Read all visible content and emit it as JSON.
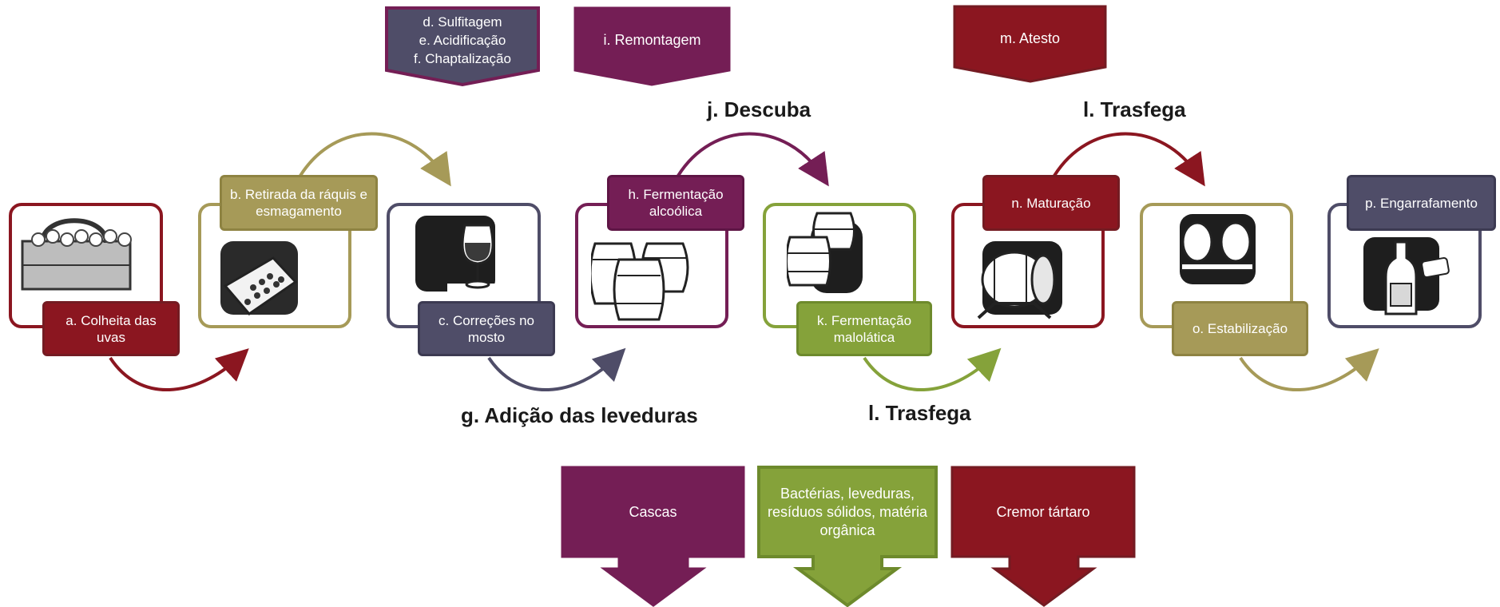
{
  "colors": {
    "red": "#8b1620",
    "olive": "#a69a58",
    "slate": "#4f4d68",
    "plum": "#741e55",
    "green": "#85a23a"
  },
  "steps": {
    "a": "a. Colheita das uvas",
    "b": "b. Retirada da ráquis e esmagamento",
    "c": "c. Correções no mosto",
    "h": "h. Fermentação alcoólica",
    "k": "k. Fermentação malolática",
    "n": "n. Maturação",
    "o": "o. Estabilização",
    "p": "p. Engarrafamento"
  },
  "top_inputs": {
    "def": [
      "d. Sulfitagem",
      "e. Acidificação",
      "f. Chaptalização"
    ],
    "i": "i. Remontagem",
    "m": "m. Atesto"
  },
  "arc_labels": {
    "j": "j. Descuba",
    "l_top": "l. Trasfega",
    "g": "g. Adição das leveduras",
    "l_bottom": "l. Trasfega"
  },
  "outputs": {
    "cascas": "Cascas",
    "bacterias": "Bactérias, leveduras, resíduos sólidos, matéria orgânica",
    "cremor": "Cremor tártaro"
  },
  "icons": [
    "grape-basket-icon",
    "crushed-grapes-icon",
    "wine-glass-icon",
    "barrels-icon",
    "barrels-icon",
    "barrel-stand-icon",
    "barrel-rack-icon",
    "wine-bottle-icon"
  ]
}
